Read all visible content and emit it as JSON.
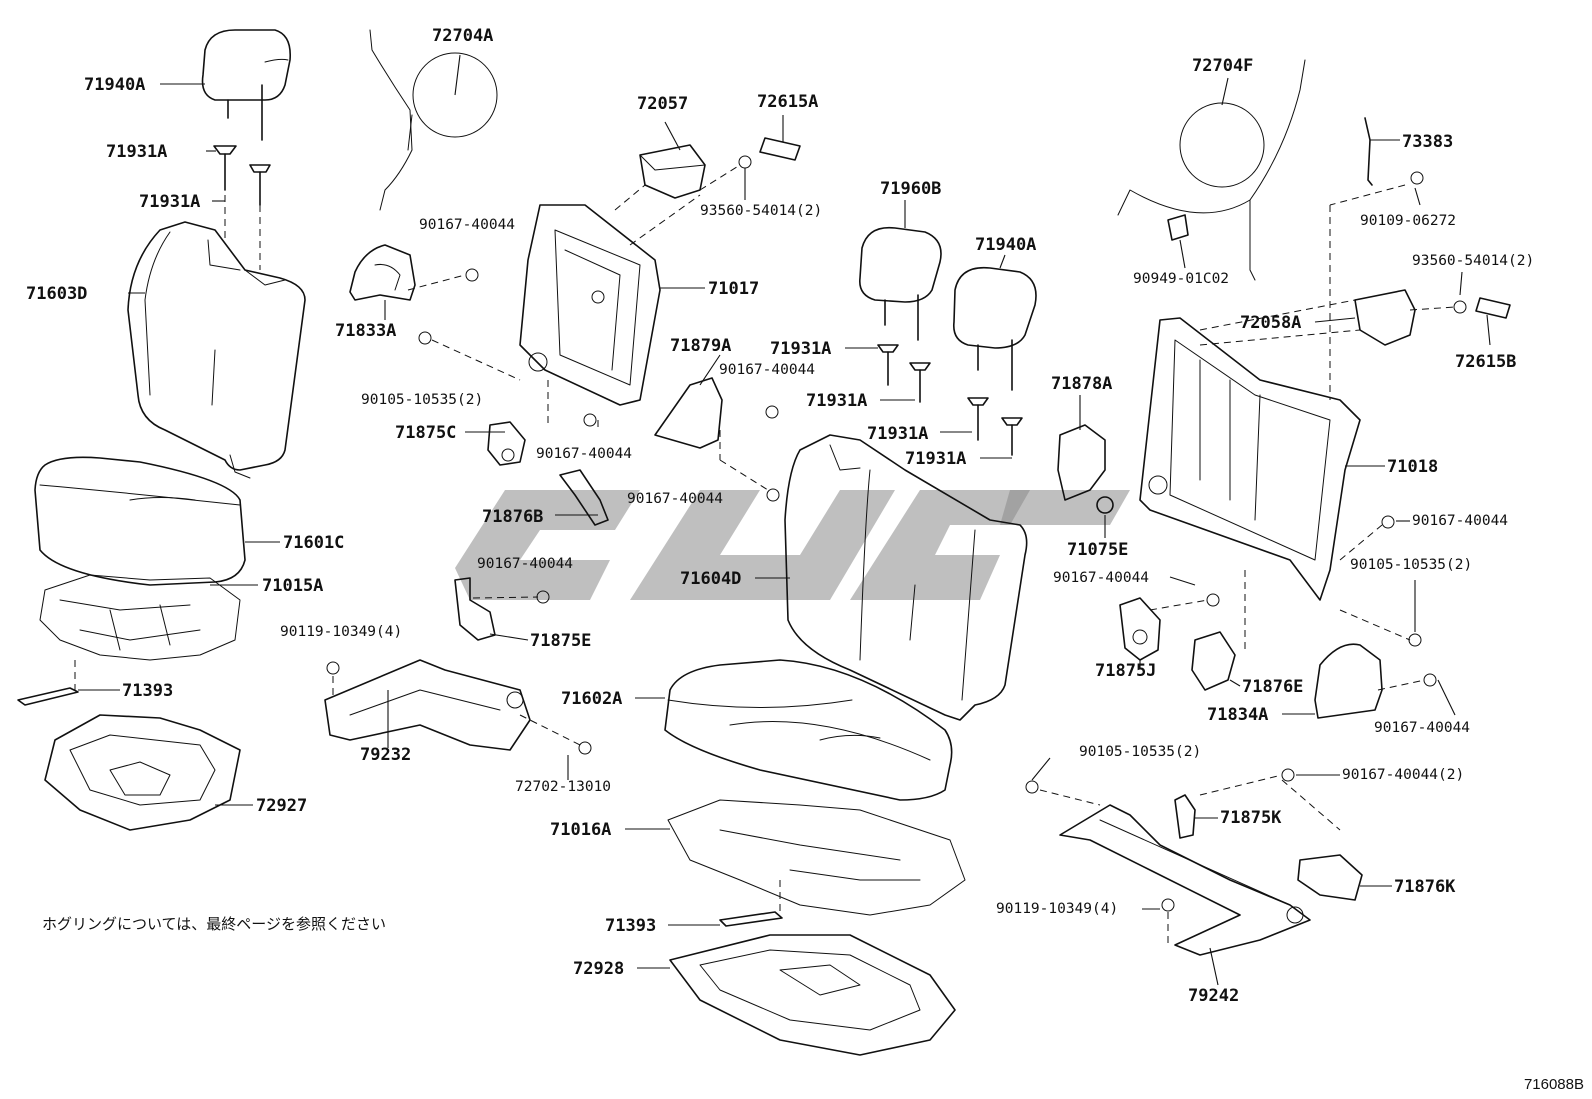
{
  "parts": [
    {
      "id": "p-71940a-left",
      "text": "71940A"
    },
    {
      "id": "p-71931a-l1",
      "text": "71931A"
    },
    {
      "id": "p-71931a-l2",
      "text": "71931A"
    },
    {
      "id": "p-71603d",
      "text": "71603D"
    },
    {
      "id": "p-71601c",
      "text": "71601C"
    },
    {
      "id": "p-71015a",
      "text": "71015A"
    },
    {
      "id": "p-71393-left",
      "text": "71393"
    },
    {
      "id": "p-72927",
      "text": "72927"
    },
    {
      "id": "p-72704a",
      "text": "72704A"
    },
    {
      "id": "p-90167-40044-a",
      "text": "90167-40044"
    },
    {
      "id": "p-71833a",
      "text": "71833A"
    },
    {
      "id": "p-90105-10535-a",
      "text": "90105-10535(2)"
    },
    {
      "id": "p-71875c",
      "text": "71875C"
    },
    {
      "id": "p-90167-40044-b",
      "text": "90167-40044"
    },
    {
      "id": "p-72057",
      "text": "72057"
    },
    {
      "id": "p-72615a",
      "text": "72615A"
    },
    {
      "id": "p-93560-54014-a",
      "text": "93560-54014(2)"
    },
    {
      "id": "p-71017",
      "text": "71017"
    },
    {
      "id": "p-71876b",
      "text": "71876B"
    },
    {
      "id": "p-90167-40044-c",
      "text": "90167-40044"
    },
    {
      "id": "p-71875e",
      "text": "71875E"
    },
    {
      "id": "p-90119-10349-a",
      "text": "90119-10349(4)"
    },
    {
      "id": "p-79232",
      "text": "79232"
    },
    {
      "id": "p-72702-13010",
      "text": "72702-13010"
    },
    {
      "id": "p-71879a",
      "text": "71879A"
    },
    {
      "id": "p-90167-40044-d",
      "text": "90167-40044"
    },
    {
      "id": "p-90167-40044-e",
      "text": "90167-40044"
    },
    {
      "id": "p-71960b",
      "text": "71960B"
    },
    {
      "id": "p-71940a-right",
      "text": "71940A"
    },
    {
      "id": "p-71931a-r1",
      "text": "71931A"
    },
    {
      "id": "p-71931a-r2",
      "text": "71931A"
    },
    {
      "id": "p-71931a-r3",
      "text": "71931A"
    },
    {
      "id": "p-71931a-r4",
      "text": "71931A"
    },
    {
      "id": "p-71604d",
      "text": "71604D"
    },
    {
      "id": "p-71602a",
      "text": "71602A"
    },
    {
      "id": "p-71016a",
      "text": "71016A"
    },
    {
      "id": "p-71393-mid",
      "text": "71393"
    },
    {
      "id": "p-72928",
      "text": "72928"
    },
    {
      "id": "p-71878a",
      "text": "71878A"
    },
    {
      "id": "p-71075e",
      "text": "71075E"
    },
    {
      "id": "p-90167-40044-f",
      "text": "90167-40044"
    },
    {
      "id": "p-71875j",
      "text": "71875J"
    },
    {
      "id": "p-72704f",
      "text": "72704F"
    },
    {
      "id": "p-90949-01c02",
      "text": "90949-01C02"
    },
    {
      "id": "p-73383",
      "text": "73383"
    },
    {
      "id": "p-90109-06272",
      "text": "90109-06272"
    },
    {
      "id": "p-93560-54014-b",
      "text": "93560-54014(2)"
    },
    {
      "id": "p-72058a",
      "text": "72058A"
    },
    {
      "id": "p-72615b",
      "text": "72615B"
    },
    {
      "id": "p-71018",
      "text": "71018"
    },
    {
      "id": "p-90167-40044-g",
      "text": "90167-40044"
    },
    {
      "id": "p-90105-10535-b",
      "text": "90105-10535(2)"
    },
    {
      "id": "p-71876e",
      "text": "71876E"
    },
    {
      "id": "p-71834a",
      "text": "71834A"
    },
    {
      "id": "p-90167-40044-h",
      "text": "90167-40044"
    },
    {
      "id": "p-90105-10535-c",
      "text": "90105-10535(2)"
    },
    {
      "id": "p-90167-40044-i",
      "text": "90167-40044(2)"
    },
    {
      "id": "p-71875k",
      "text": "71875K"
    },
    {
      "id": "p-71876k",
      "text": "71876K"
    },
    {
      "id": "p-90119-10349-b",
      "text": "90119-10349(4)"
    },
    {
      "id": "p-79242",
      "text": "79242"
    }
  ],
  "note": "ホグリングについては、最終ページを参照ください",
  "diagram_code": "716088B"
}
